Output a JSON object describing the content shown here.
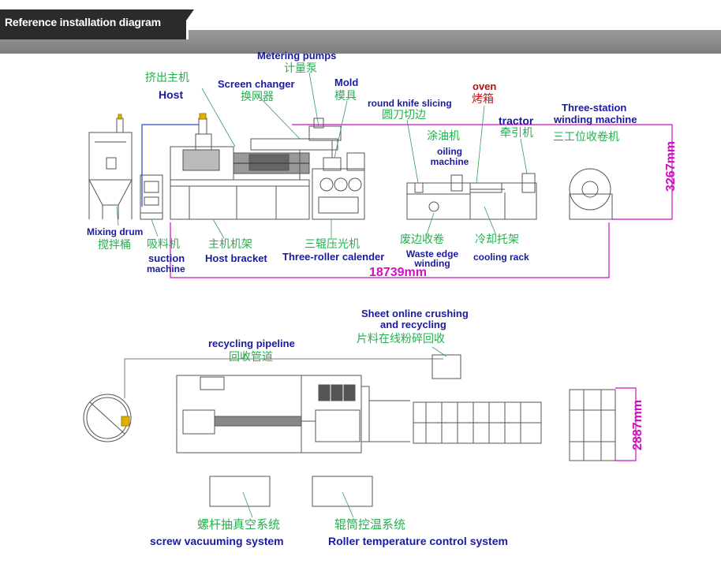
{
  "banner": {
    "title": "Reference installation diagram"
  },
  "top": {
    "metering_pumps_en": "Metering pumps",
    "metering_pumps_zh": "计量泵",
    "host_zh": "挤出主机",
    "host_en": "Host",
    "screen_changer_en": "Screen changer",
    "screen_changer_zh": "换网器",
    "mold_en": "Mold",
    "mold_zh": "模具",
    "round_knife_en": "round knife slicing",
    "round_knife_zh": "圆刀切边",
    "oven_en": "oven",
    "oven_zh": "烤箱",
    "tractor_en": "tractor",
    "tractor_zh": "牵引机",
    "three_station_en_1": "Three-station",
    "three_station_en_2": "winding machine",
    "three_station_zh": "三工位收卷机",
    "oiling_zh": "涂油机",
    "oiling_en_1": "oiling",
    "oiling_en_2": "machine",
    "height_dim": "3267mm",
    "mixing_drum_en": "Mixing drum",
    "mixing_drum_zh": "搅拌桶",
    "suction_zh": "吸料机",
    "suction_en_1": "suction",
    "suction_en_2": "machine",
    "host_bracket_zh": "主机机架",
    "host_bracket_en": "Host bracket",
    "calender_zh": "三辊压光机",
    "calender_en": "Three-roller calender",
    "waste_edge_zh": "废边收卷",
    "waste_edge_en_1": "Waste edge",
    "waste_edge_en_2": "winding",
    "cooling_zh": "冷却托架",
    "cooling_en": "cooling rack",
    "length_dim": "18739mm"
  },
  "bottom": {
    "crushing_en_1": "Sheet online crushing",
    "crushing_en_2": "and recycling",
    "crushing_zh": "片料在线粉碎回收",
    "pipeline_en": "recycling pipeline",
    "pipeline_zh": "回收管道",
    "width_dim": "2887mm",
    "vacuum_zh": "螺杆抽真空系统",
    "vacuum_en": "screw vacuuming system",
    "roller_temp_zh": "辊筒控温系统",
    "roller_temp_en": "Roller temperature  control system"
  },
  "colors": {
    "label_blue": "#1a1aa0",
    "label_green": "#22b14c",
    "label_red": "#d01010",
    "dimension_magenta": "#d010c0",
    "drawing_gray": "#555555"
  }
}
